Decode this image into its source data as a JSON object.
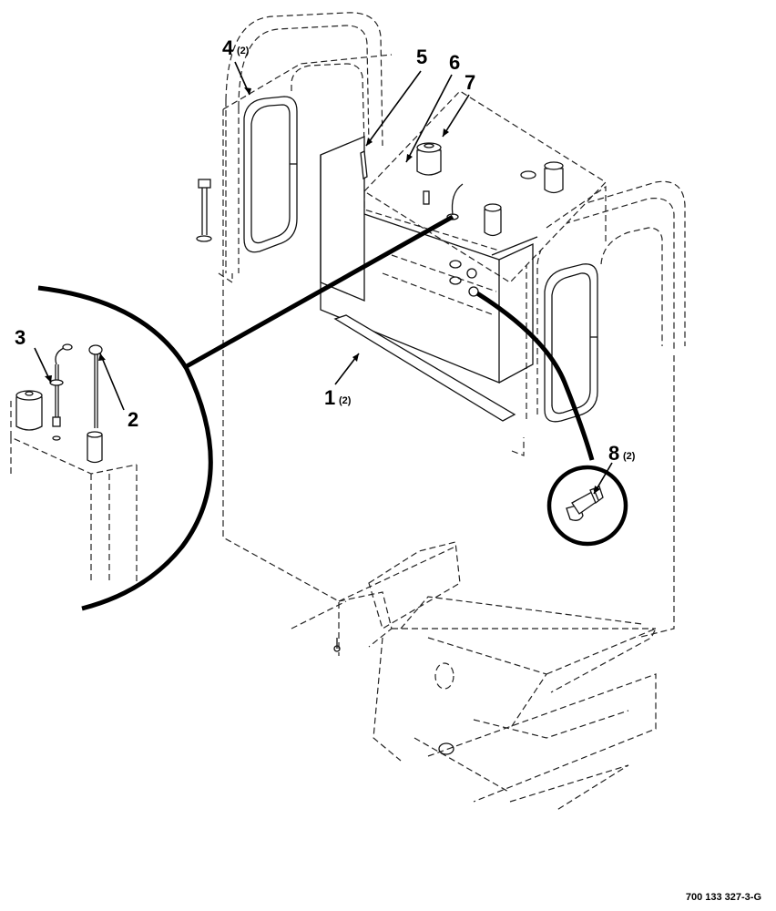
{
  "figure_number": "700 133 327-3-G",
  "callouts": {
    "c1": {
      "num": "1",
      "qty": "(2)"
    },
    "c2": {
      "num": "2",
      "qty": ""
    },
    "c3": {
      "num": "3",
      "qty": ""
    },
    "c4": {
      "num": "4",
      "qty": "(2)"
    },
    "c5": {
      "num": "5",
      "qty": ""
    },
    "c6": {
      "num": "6",
      "qty": ""
    },
    "c7": {
      "num": "7",
      "qty": ""
    },
    "c8": {
      "num": "8",
      "qty": "(2)"
    }
  }
}
